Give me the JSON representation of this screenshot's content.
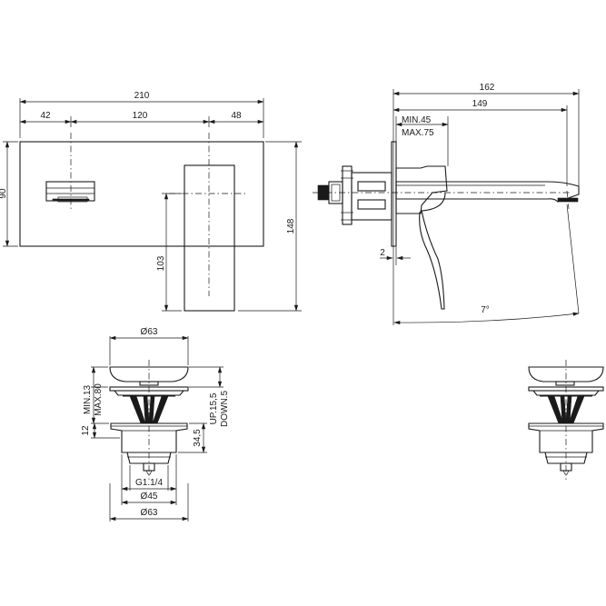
{
  "front_view": {
    "dim_overall_width": "210",
    "dim_left": "42",
    "dim_middle": "120",
    "dim_right": "48",
    "dim_plate_height": "90",
    "dim_lever_height": "103",
    "dim_total_height": "148"
  },
  "side_view": {
    "dim_total_depth": "162",
    "dim_spout_reach": "149",
    "dim_min": "MIN.45",
    "dim_max": "MAX.75",
    "dim_plate": "2",
    "dim_angle": "7°"
  },
  "drain_view": {
    "dim_cap_diameter": "Ø63",
    "dim_min": "MIN.13",
    "dim_max": "MAX.80",
    "dim_up": "UP.15,5",
    "dim_down": "DOWN.5",
    "dim_body_height": "34,5",
    "dim_thread_length": "12",
    "dim_thread": "G1.1/4",
    "dim_body_diameter": "Ø45",
    "dim_flange_diameter": "Ø63"
  }
}
